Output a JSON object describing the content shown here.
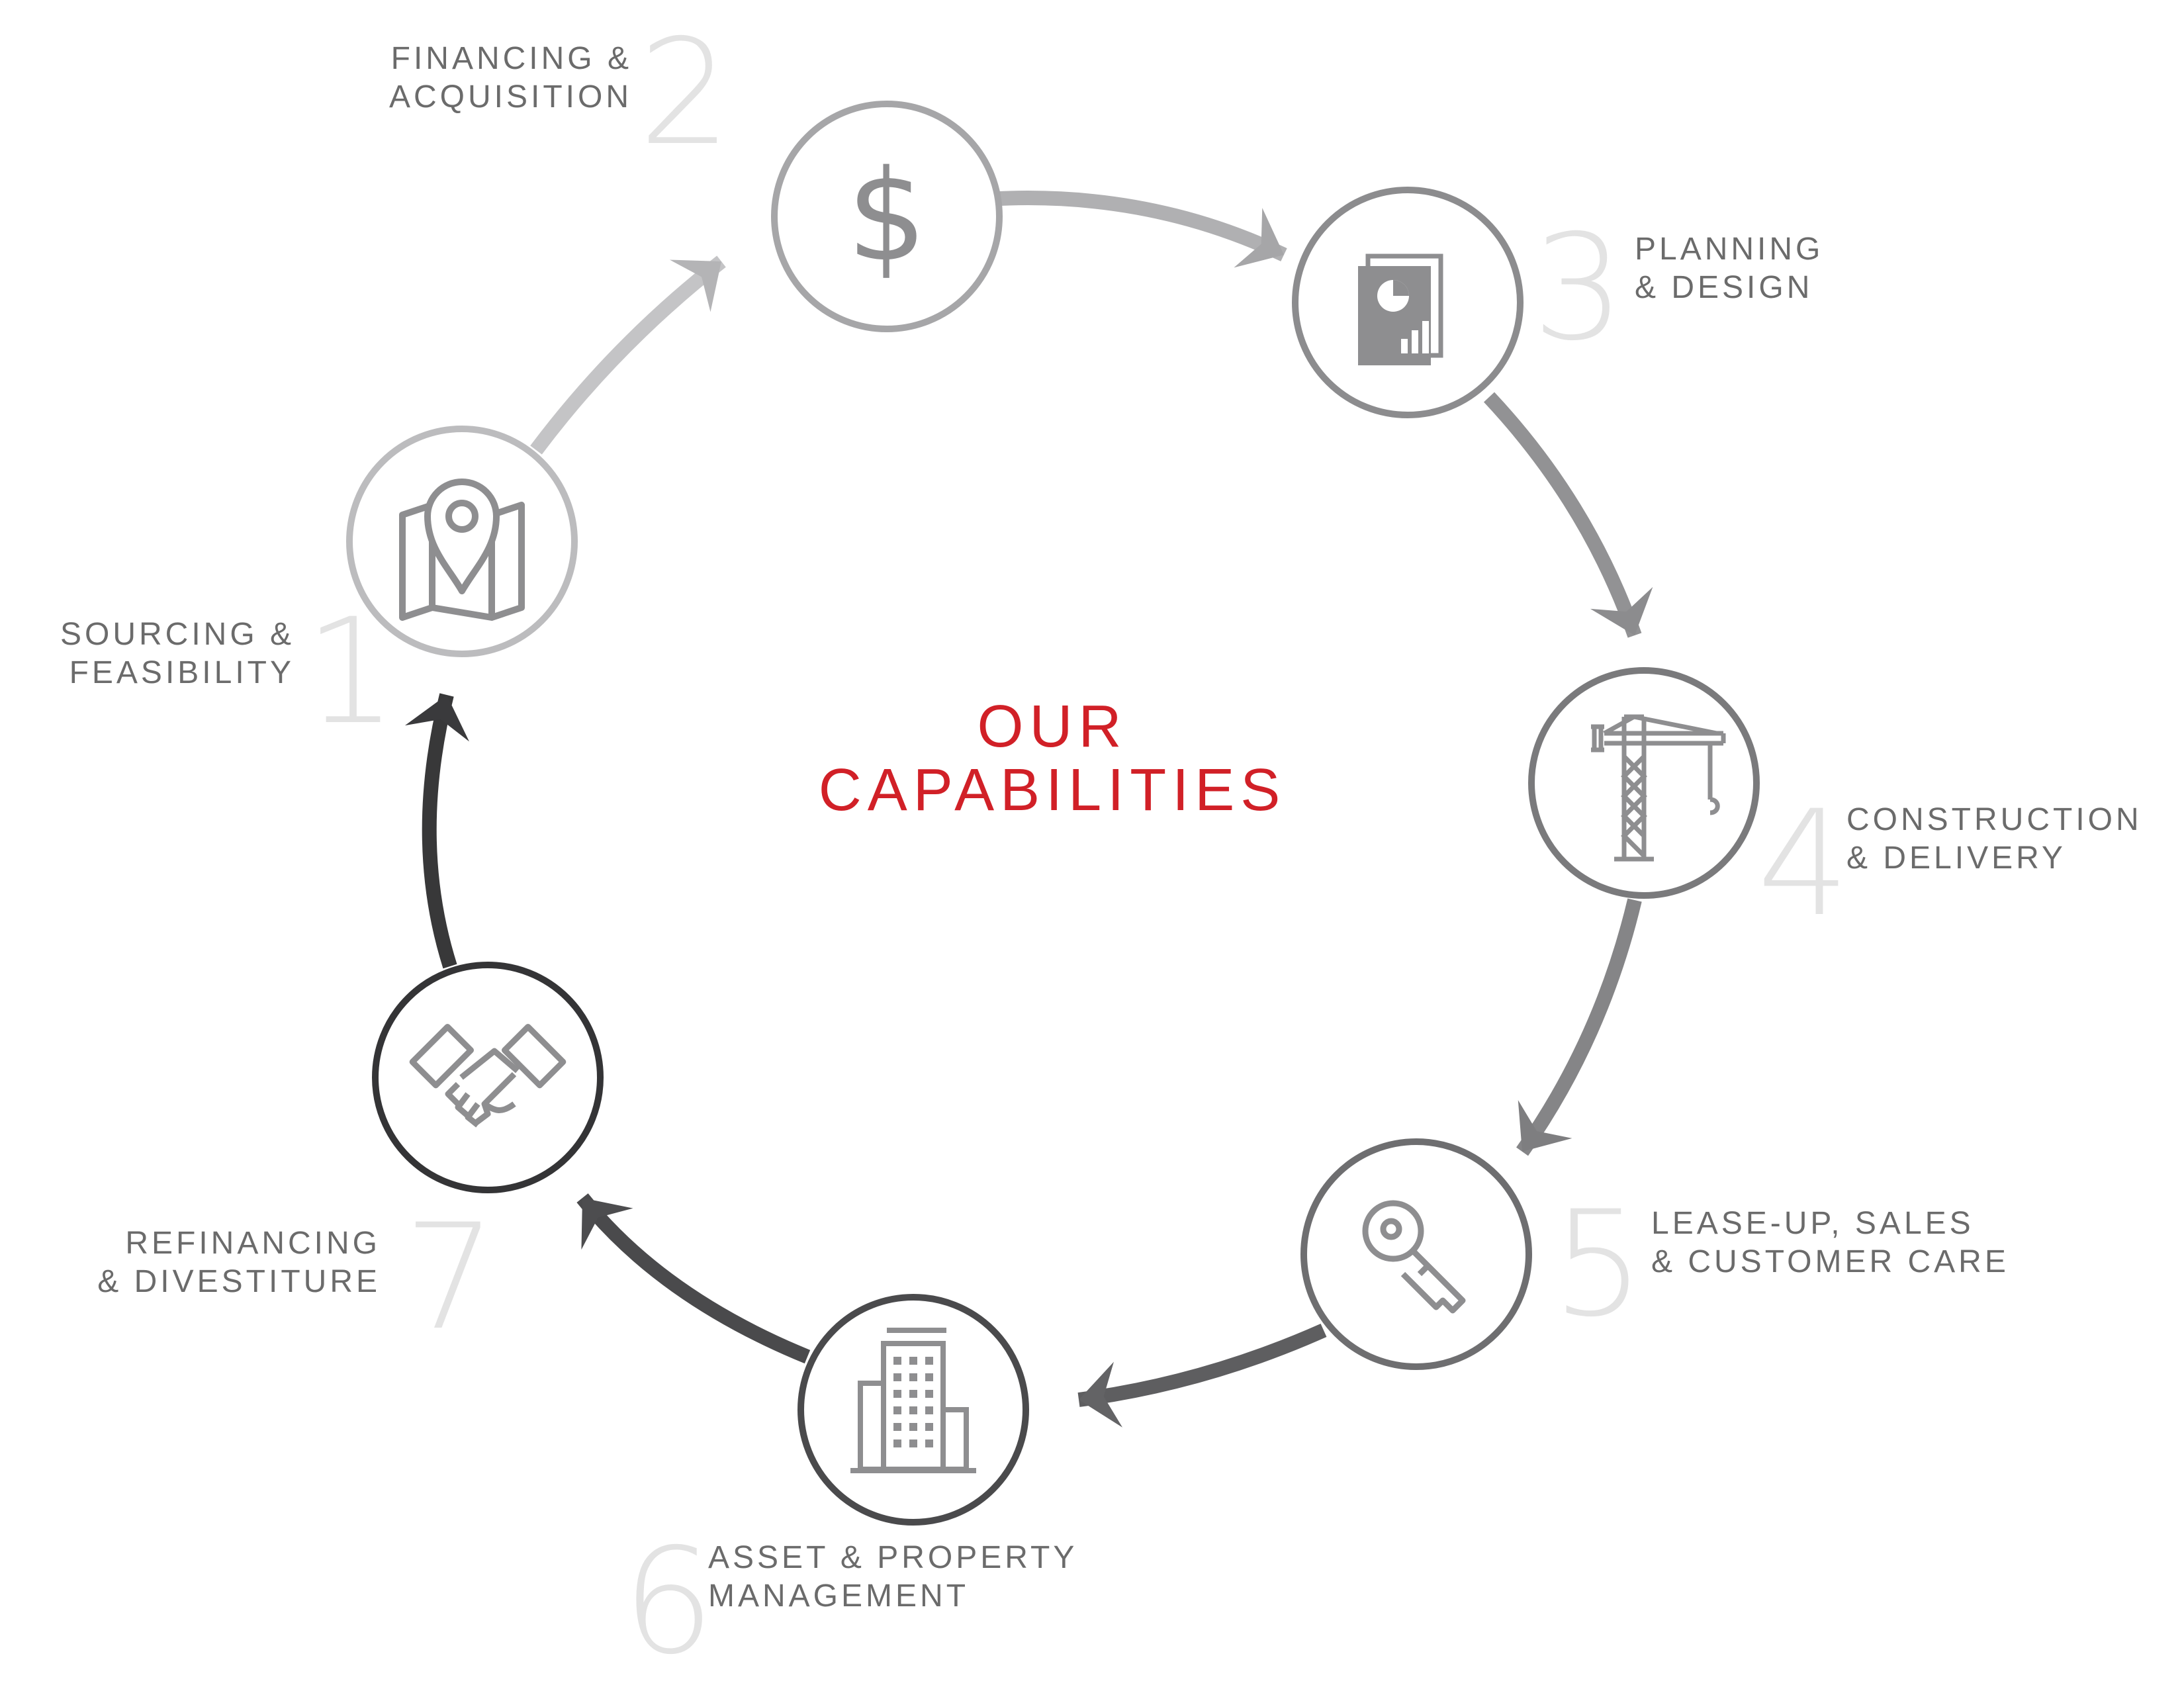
{
  "title": {
    "line1": "OUR",
    "line2": "CAPABILITIES"
  },
  "colors": {
    "title": "#d12027",
    "step_light": "#bcbcbe",
    "step_mid": "#a6a6a8",
    "step_dark": "#8c8c8e",
    "step_darker": "#6e6e70",
    "step_darkest": "#3f3f41",
    "icon": "#8e8e90",
    "big_number": "#e3e3e3",
    "label": "#6b6b6b"
  },
  "steps": [
    {
      "number": "1",
      "line1": "SOURCING &",
      "line2": "FEASIBILITY",
      "icon": "map-pin-icon"
    },
    {
      "number": "2",
      "line1": "FINANCING &",
      "line2": "ACQUISITION",
      "icon": "dollar-icon"
    },
    {
      "number": "3",
      "line1": "PLANNING",
      "line2": "& DESIGN",
      "icon": "report-chart-icon"
    },
    {
      "number": "4",
      "line1": "CONSTRUCTION",
      "line2": "& DELIVERY",
      "icon": "crane-icon"
    },
    {
      "number": "5",
      "line1": "LEASE-UP, SALES",
      "line2": "& CUSTOMER CARE",
      "icon": "key-icon"
    },
    {
      "number": "6",
      "line1": "ASSET & PROPERTY",
      "line2": "MANAGEMENT",
      "icon": "building-icon"
    },
    {
      "number": "7",
      "line1": "REFINANCING",
      "line2": "& DIVESTITURE",
      "icon": "handshake-icon"
    }
  ]
}
